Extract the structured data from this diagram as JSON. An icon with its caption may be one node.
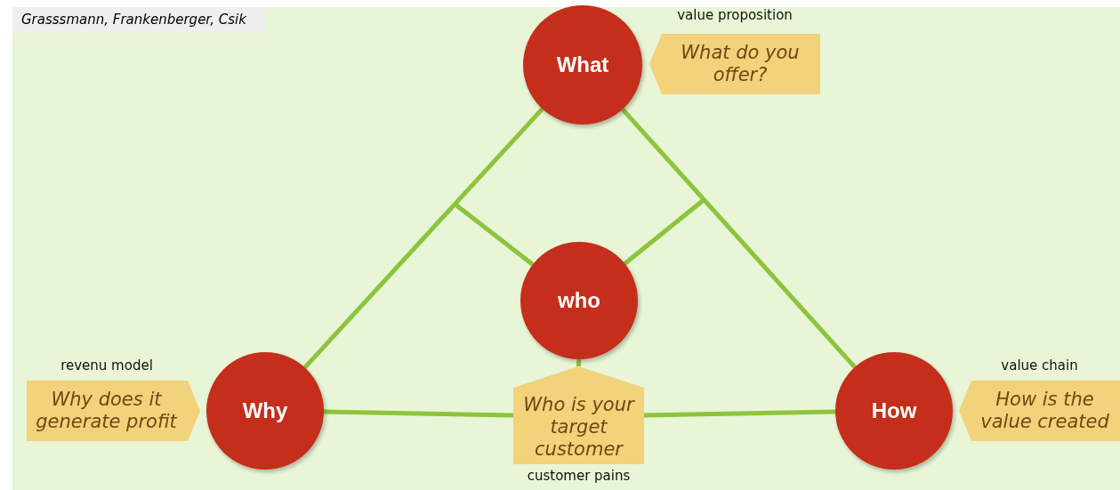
{
  "diagram": {
    "nodes": [
      {
        "text": [
          "What"
        ]
      },
      {
        "text": [
          "What do you offer?"
        ],
        "beside": [
          "value proposition"
        ]
      },
      {
        "text": [
          "who"
        ]
      },
      {
        "text": [
          "Why does it generate profit"
        ],
        "beside": [
          "revenu model"
        ]
      },
      {
        "text": [
          "Why"
        ]
      },
      {
        "text": [
          "Who is your target customer"
        ],
        "beside": [
          "customer pains"
        ]
      },
      {
        "text": [
          "How"
        ]
      },
      {
        "text": [
          "How is the value created"
        ],
        "beside": [
          "value chain"
        ]
      }
    ],
    "edges": [
      {
        "from": 0,
        "to": 4,
        "arrow": "none"
      },
      {
        "from": 0,
        "to": 6,
        "arrow": "none"
      },
      {
        "from": 4,
        "to": 5,
        "arrow": "none"
      },
      {
        "from": 5,
        "to": 6,
        "arrow": "none"
      },
      {
        "from": 2,
        "to": 5,
        "arrow": "none"
      },
      {
        "from": 2,
        "to": null,
        "arrow": "none"
      },
      {
        "from": 2,
        "to": null,
        "arrow": "none"
      }
    ],
    "labels": [
      "Grasssmann, Frankenberger, Csik"
    ]
  }
}
